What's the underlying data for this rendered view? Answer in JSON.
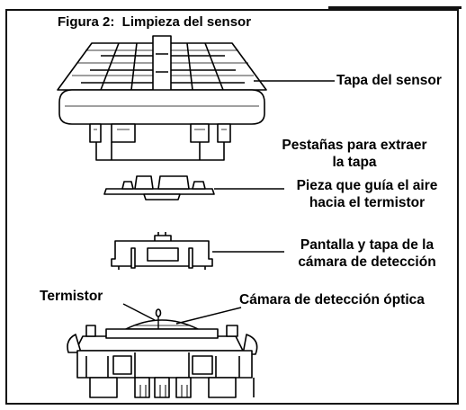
{
  "figure_title": "Figura 2:  Limpieza del sensor",
  "labels": {
    "sensor_cover": "Tapa del sensor",
    "tabs_line1": "Pestañas para extraer",
    "tabs_line2": "la tapa",
    "airguide_line1": "Pieza que guía el aire",
    "airguide_line2": "hacia el termistor",
    "screen_line1": "Pantalla y tapa de la",
    "screen_line2": "cámara de detección",
    "thermistor": "Termistor",
    "optical_chamber": "Cámara de detección óptica"
  }
}
